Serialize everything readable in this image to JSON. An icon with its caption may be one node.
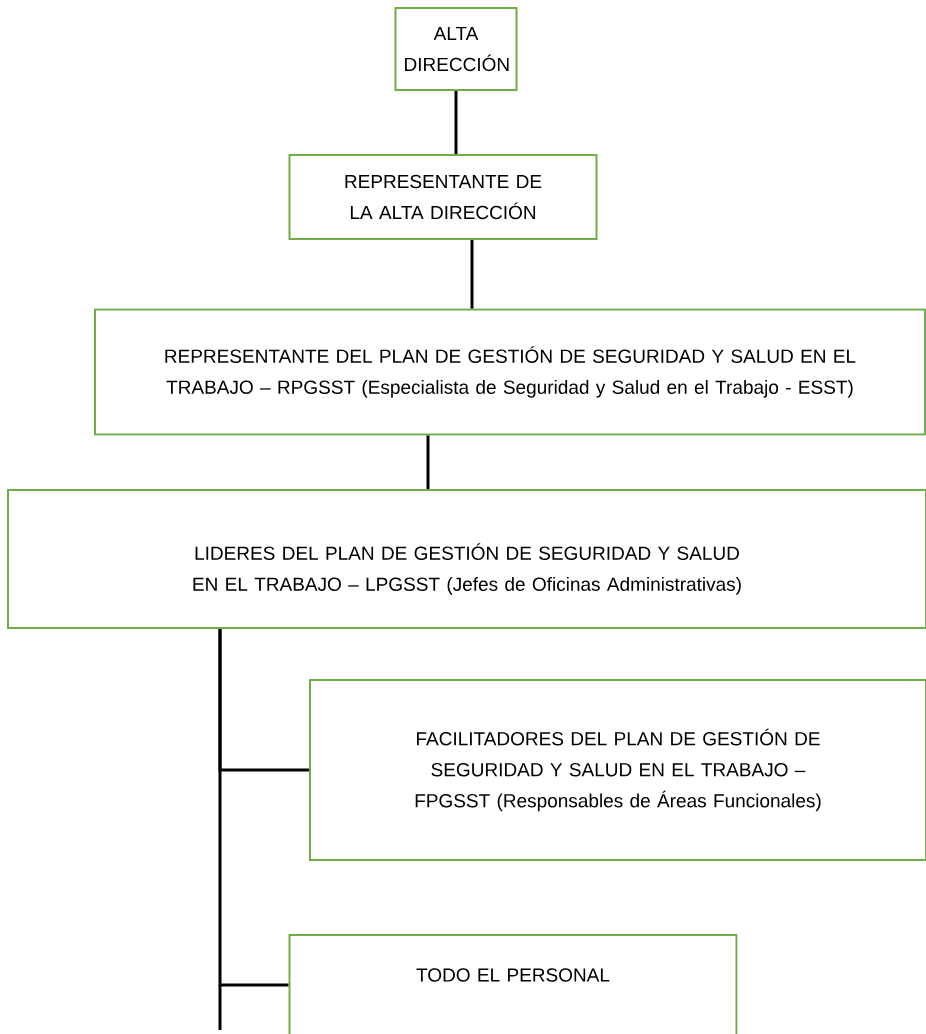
{
  "diagram": {
    "nodes": [
      {
        "text": [
          "ALTA DIRECCIÓN"
        ]
      },
      {
        "text": [
          "REPRESENTANTE DE LA ALTA DIRECCIÓN"
        ]
      },
      {
        "text": [
          "REPRESENTANTE DEL PLAN DE GESTIÓN DE SEGURIDAD Y SALUD EN EL TRABAJO – RPGSST (Especialista de Seguridad y Salud en el Trabajo - ESST)"
        ]
      },
      {
        "text": [
          "LIDERES DEL PLAN DE GESTIÓN DE SEGURIDAD Y SALUD EN EL TRABAJO – LPGSST (Jefes de Oficinas Administrativas)"
        ]
      },
      {
        "text": [
          "FACILITADORES DEL PLAN DE GESTIÓN DE SEGURIDAD Y SALUD EN EL TRABAJO – FPGSST (Responsables de Áreas Funcionales)"
        ]
      },
      {
        "text": [
          "TODO EL PERSONAL"
        ]
      }
    ],
    "edges": [
      {
        "from": 0,
        "to": 1,
        "arrow": "none"
      },
      {
        "from": 1,
        "to": 2,
        "arrow": "none"
      },
      {
        "from": 2,
        "to": 3,
        "arrow": "none"
      },
      {
        "from": 3,
        "to": 4,
        "arrow": "none"
      },
      {
        "from": 3,
        "to": 5,
        "arrow": "none"
      }
    ]
  }
}
